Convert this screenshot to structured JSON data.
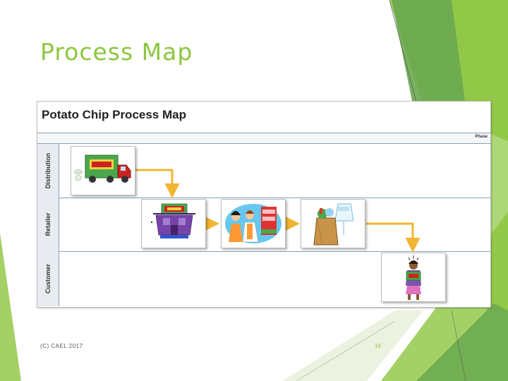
{
  "slide": {
    "title": "Process Map",
    "footer": "(C) CAEL 2017",
    "page_number": "16"
  },
  "process_map": {
    "title": "Potato Chip Process Map",
    "phase_label": "Phase",
    "lanes": [
      {
        "label": "Distribution"
      },
      {
        "label": "Retailer"
      },
      {
        "label": "Customer"
      }
    ],
    "steps": [
      {
        "icon": "delivery-truck-icon",
        "lane": "Distribution"
      },
      {
        "icon": "store-building-icon",
        "lane": "Retailer"
      },
      {
        "icon": "store-clerks-icon",
        "lane": "Retailer"
      },
      {
        "icon": "grocery-bag-icon",
        "lane": "Retailer"
      },
      {
        "icon": "customer-with-chips-icon",
        "lane": "Customer"
      }
    ]
  },
  "colors": {
    "accent_green": "#8cc63f",
    "dark_green": "#6aa84f",
    "arrow": "#f2b632"
  }
}
